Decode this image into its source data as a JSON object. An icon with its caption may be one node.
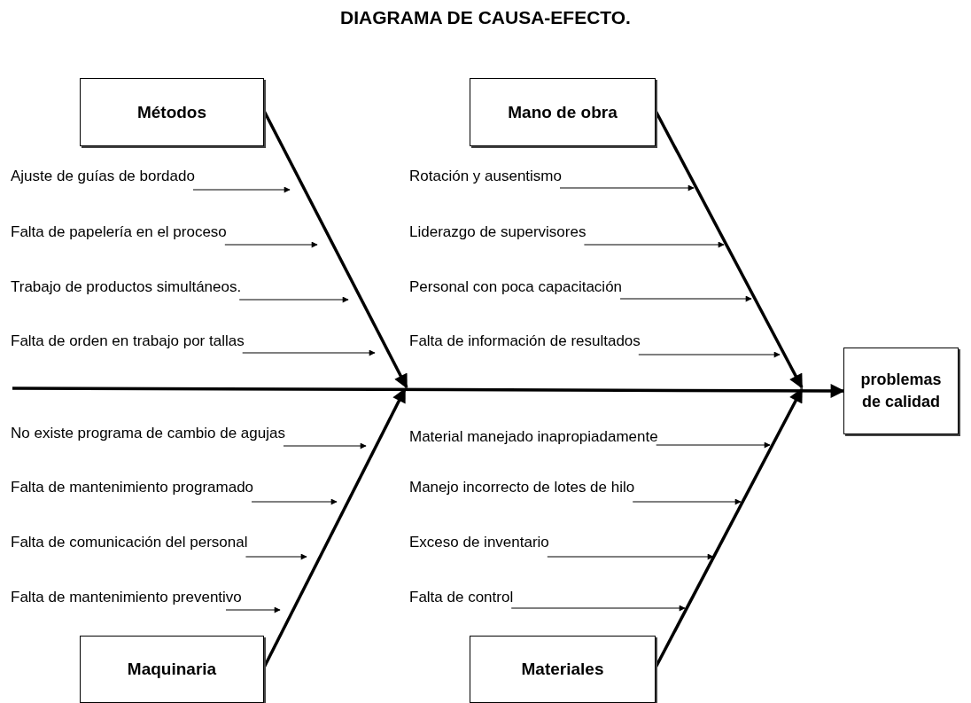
{
  "diagram": {
    "title": "DIAGRAMA DE CAUSA-EFECTO.",
    "nodes": [
      {
        "text": [
          "Métodos"
        ]
      },
      {
        "text": [
          "Mano de obra"
        ]
      },
      {
        "text": [
          "Ajuste de guías de bordado"
        ]
      },
      {
        "text": [
          "Falta de papelería en el proceso"
        ]
      },
      {
        "text": [
          "Trabajo de productos simultáneos."
        ]
      },
      {
        "text": [
          "Falta de orden en trabajo por tallas"
        ]
      },
      {
        "text": [
          "Rotación y ausentismo"
        ]
      },
      {
        "text": [
          "Liderazgo de supervisores"
        ]
      },
      {
        "text": [
          "Personal con poca capacitación"
        ]
      },
      {
        "text": [
          "Falta de información de resultados"
        ]
      },
      {
        "text": [
          "problemas de calidad"
        ]
      },
      {
        "text": [
          "No existe programa de cambio de agujas"
        ]
      },
      {
        "text": [
          "Falta de mantenimiento programado"
        ]
      },
      {
        "text": [
          "Falta de comunicación del personal"
        ]
      },
      {
        "text": [
          "Falta de mantenimiento preventivo"
        ]
      },
      {
        "text": [
          "Material manejado inapropiadamente"
        ]
      },
      {
        "text": [
          "Manejo incorrecto de lotes de hilo"
        ]
      },
      {
        "text": [
          "Exceso de inventario"
        ]
      },
      {
        "text": [
          "Falta de control"
        ]
      },
      {
        "text": [
          "Maquinaria"
        ]
      },
      {
        "text": [
          "Materiales"
        ]
      }
    ],
    "edges": [
      {
        "from": null,
        "to": 10,
        "arrow": "to",
        "style": "thick"
      },
      {
        "from": 0,
        "to": null,
        "arrow": "to",
        "style": "thick"
      },
      {
        "from": 1,
        "to": null,
        "arrow": "to",
        "style": "thick"
      },
      {
        "from": 19,
        "to": null,
        "arrow": "to",
        "style": "thick"
      },
      {
        "from": 20,
        "to": null,
        "arrow": "to",
        "style": "thick"
      },
      {
        "from": 2,
        "to": null,
        "arrow": "to"
      },
      {
        "from": 3,
        "to": null,
        "arrow": "to"
      },
      {
        "from": 4,
        "to": null,
        "arrow": "to"
      },
      {
        "from": 5,
        "to": null,
        "arrow": "to"
      },
      {
        "from": 6,
        "to": null,
        "arrow": "to"
      },
      {
        "from": 7,
        "to": null,
        "arrow": "to"
      },
      {
        "from": 8,
        "to": null,
        "arrow": "to"
      },
      {
        "from": 9,
        "to": null,
        "arrow": "to"
      },
      {
        "from": 11,
        "to": null,
        "arrow": "to"
      },
      {
        "from": 12,
        "to": null,
        "arrow": "to"
      },
      {
        "from": 13,
        "to": null,
        "arrow": "to"
      },
      {
        "from": 14,
        "to": null,
        "arrow": "to"
      },
      {
        "from": 15,
        "to": null,
        "arrow": "to"
      },
      {
        "from": 16,
        "to": null,
        "arrow": "to"
      },
      {
        "from": 17,
        "to": null,
        "arrow": "to"
      },
      {
        "from": 18,
        "to": null,
        "arrow": "to"
      }
    ]
  }
}
